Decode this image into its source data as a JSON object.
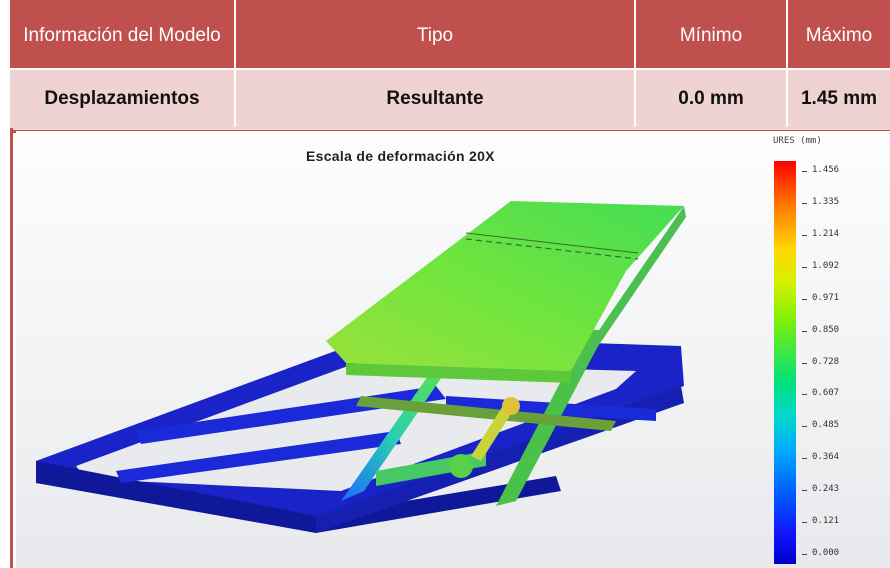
{
  "table": {
    "headers": [
      "Información del Modelo",
      "Tipo",
      "Mínimo",
      "Máximo"
    ],
    "row": [
      "Desplazamientos",
      "Resultante",
      "0.0 mm",
      "1.45 mm"
    ]
  },
  "figure": {
    "title": "Escala de deformación 20X",
    "legend_title": "URES (mm)",
    "legend_ticks": [
      "1.456",
      "1.335",
      "1.214",
      "1.092",
      "0.971",
      "0.850",
      "0.728",
      "0.607",
      "0.485",
      "0.364",
      "0.243",
      "0.121",
      "0.000"
    ]
  },
  "colors": {
    "header_bg": "#c0504d",
    "row_bg": "#efd3d2",
    "frame_blue": "#1a23c8",
    "platform_green": "#7ae63a"
  }
}
